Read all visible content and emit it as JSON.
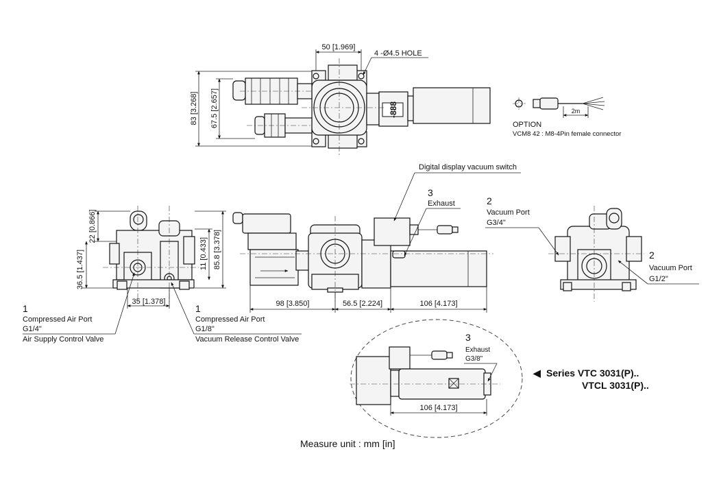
{
  "top_view": {
    "width_dim": "50 [1.969]",
    "hole_label": "4 -Ø4.5 HOLE",
    "height_total": "83 [3.268]",
    "height_inner": "67.5 [2.657]",
    "display_digits": "-888"
  },
  "option": {
    "title": "OPTION",
    "desc": "VCM8 42 : M8-4Pin female connector",
    "cable_length": "2m"
  },
  "front_view": {
    "switch_label": "Digital display vacuum switch",
    "exhaust_num": "3",
    "exhaust_label": "Exhaust",
    "dim_98": "98 [3.850]",
    "dim_56": "56.5 [2.224]",
    "dim_106": "106 [4.173]"
  },
  "left_view": {
    "dim_22": "22 [0.866]",
    "dim_11": "11 [0.433]",
    "dim_85": "85.8 [3.378]",
    "dim_36": "36.5 [1.437]",
    "dim_35": "35 [1.378]"
  },
  "right_view": {
    "port_top_num": "2",
    "port_top_label": "Vacuum Port",
    "port_top_size": "G3/4\"",
    "port_bottom_num": "2",
    "port_bottom_label": "Vacuum Port",
    "port_bottom_size": "G1/2\""
  },
  "callouts": {
    "air_num": "1",
    "air_label": "Compressed Air Port",
    "air_size": "G1/4\"",
    "air_valve": "Air Supply Control Valve",
    "vac_num": "1",
    "vac_label": "Compressed Air Port",
    "vac_size": "G1/8\"",
    "vac_valve": "Vacuum Release Control Valve"
  },
  "detail": {
    "exhaust_num": "3",
    "exhaust_label": "Exhaust",
    "exhaust_size": "G3/8\"",
    "dim_106": "106 [4.173]"
  },
  "series": {
    "marker": "◀",
    "line1": "Series VTC 3031(P)..",
    "line2": "VTCL 3031(P).."
  },
  "footer": {
    "measure_unit": "Measure unit : mm [in]"
  }
}
